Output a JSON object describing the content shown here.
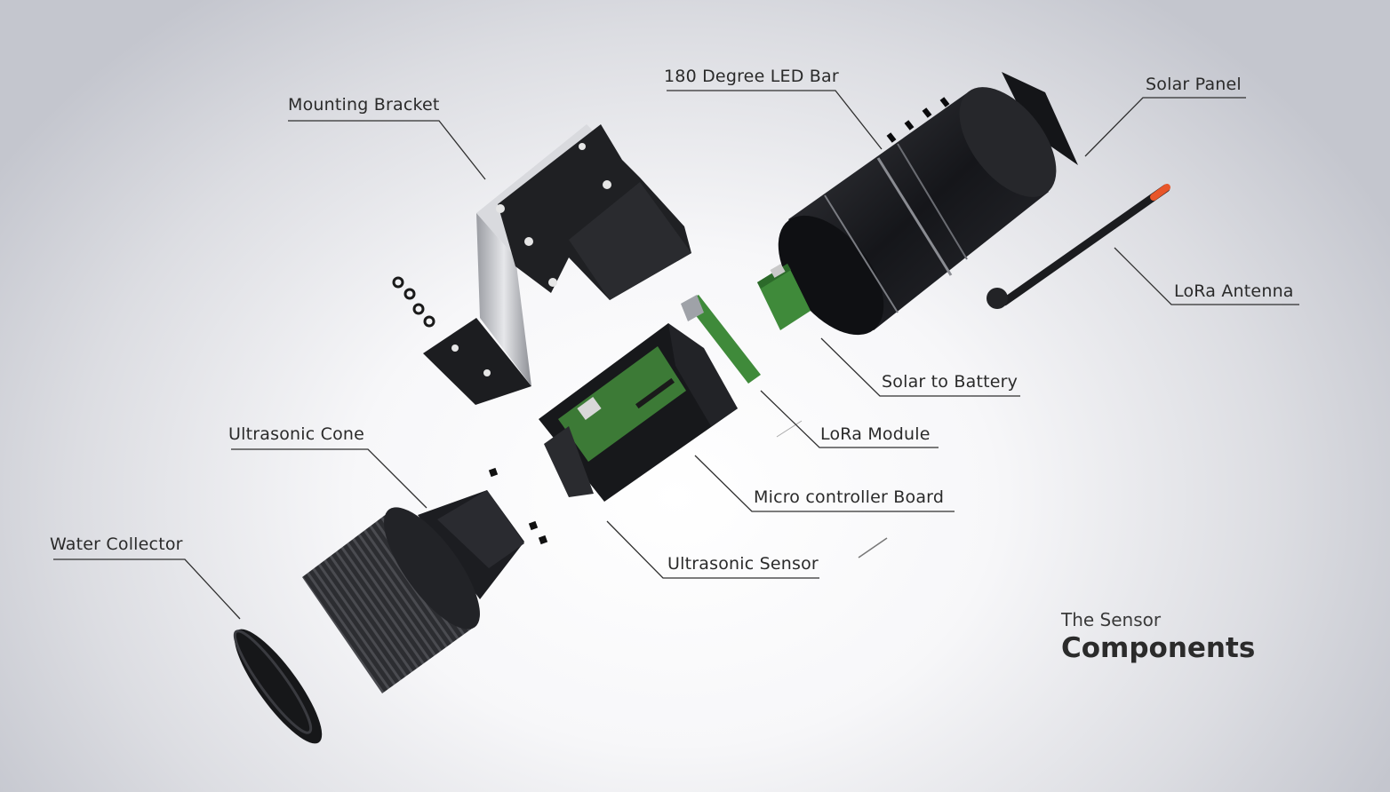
{
  "labels": {
    "mounting_bracket": "Mounting Bracket",
    "led_bar": "180 Degree LED Bar",
    "solar_panel": "Solar Panel",
    "lora_antenna": "LoRa Antenna",
    "solar_to_battery": "Solar to Battery",
    "lora_module": "LoRa Module",
    "microcontroller_board": "Micro controller Board",
    "ultrasonic_sensor": "Ultrasonic Sensor",
    "ultrasonic_cone": "Ultrasonic Cone",
    "water_collector": "Water Collector"
  },
  "caption": {
    "subtitle": "The Sensor",
    "title": "Components"
  },
  "colors": {
    "component_dark": "#1e1f22",
    "pcb_green": "#3f8a3a",
    "antenna_tip": "#e8562a",
    "leader_line": "#2f2f2f"
  }
}
